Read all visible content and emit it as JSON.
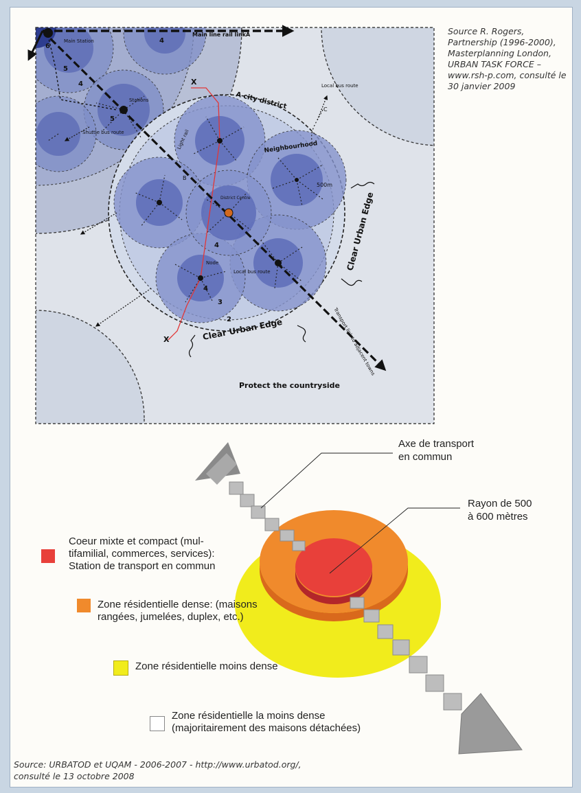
{
  "source_top": "Source R. Rogers, Partnership (1996-2000), Masterplanning London, URBAN TASK FORCE – www.rsh-p.com, consulté le 30 janvier 2009",
  "map": {
    "labels": {
      "main_rail_link": "Main line rail link",
      "link_a": "A",
      "main_station": "Main Station",
      "stations": "Stations",
      "shuttle_bus": "Shuttle bus route",
      "city_district": "A city district",
      "local_bus_route": "Local bus route",
      "link_c": "C",
      "neighbourhood": "Neighbourhood",
      "light_rail": "Light rail",
      "link_b": "B",
      "district_centre": "District Centre",
      "radius": "500m",
      "nodes": "Node",
      "local_bus_route_2": "Local bus route",
      "clear_edge_right": "Clear Urban Edge",
      "clear_edge_bottom": "Clear Urban Edge",
      "transport_link": "Transport link to adjacent towns",
      "protect": "Protect the countryside",
      "x1": "X",
      "x2": "X",
      "n6": "6",
      "n5a": "5",
      "n5b": "5",
      "n4a": "4",
      "n4b": "4",
      "n4c": "4",
      "n3": "3",
      "n2": "2",
      "n1": "4"
    }
  },
  "callouts": {
    "axis": "Axe de transport\nen commun",
    "radius": "Rayon de 500\nà 600 mètres"
  },
  "legend": [
    {
      "label": "Coeur mixte et compact (mul-\ntifamilial, commerces, services):\nStation de transport en commun",
      "color": "#e8403a"
    },
    {
      "label": "Zone résidentielle dense: (maisons\nrangées, jumelées, duplex, etc.)",
      "color": "#f08a2c"
    },
    {
      "label": "Zone résidentielle moins dense",
      "color": "#f1ec1c"
    },
    {
      "label": "Zone résidentielle la moins dense\n(majoritairement des maisons détachées)",
      "color": "#ffffff"
    }
  ],
  "source_bottom": "Source: URBATOD et UQAM - 2006-2007 - http://www.urbatod.org/,\nconsulté le 13 octobre 2008"
}
